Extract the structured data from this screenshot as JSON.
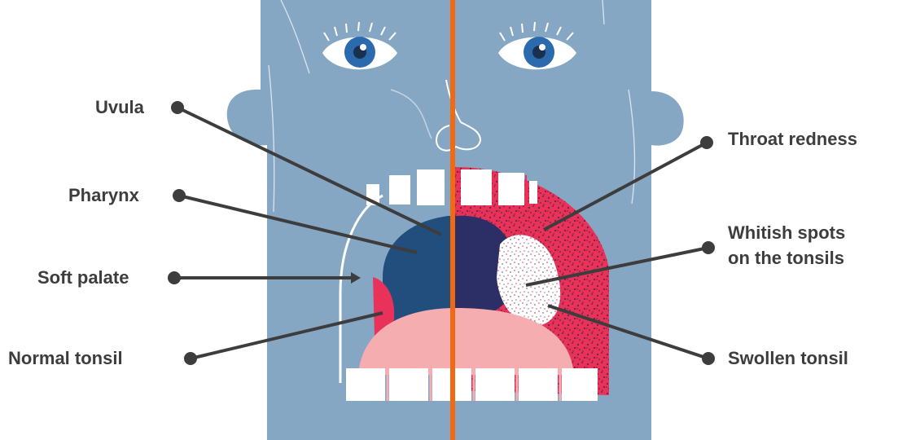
{
  "labels": {
    "uvula": "Uvula",
    "pharynx": "Pharynx",
    "soft_palate": "Soft palate",
    "normal_tonsil": "Normal tonsil",
    "throat_redness": "Throat redness",
    "whitish_spots_line1": "Whitish spots",
    "whitish_spots_line2": "on the tonsils",
    "swollen_tonsil": "Swollen tonsil"
  },
  "colors": {
    "face": "#86a7c4",
    "face_stroke": "#ffffff",
    "divider": "#f06a13",
    "mouth_dark": "#214e7d",
    "mouth_inflamed_dark": "#2b2f66",
    "throat_red": "#e8325a",
    "tongue": "#f6adb0",
    "teeth": "#ffffff",
    "iris": "#2a6aad",
    "leader": "#3d3d3d",
    "label_text": "#3d3d3d"
  },
  "icons": {
    "left_eye": "eye-icon",
    "right_eye": "eye-icon",
    "nose": "nose-icon"
  }
}
